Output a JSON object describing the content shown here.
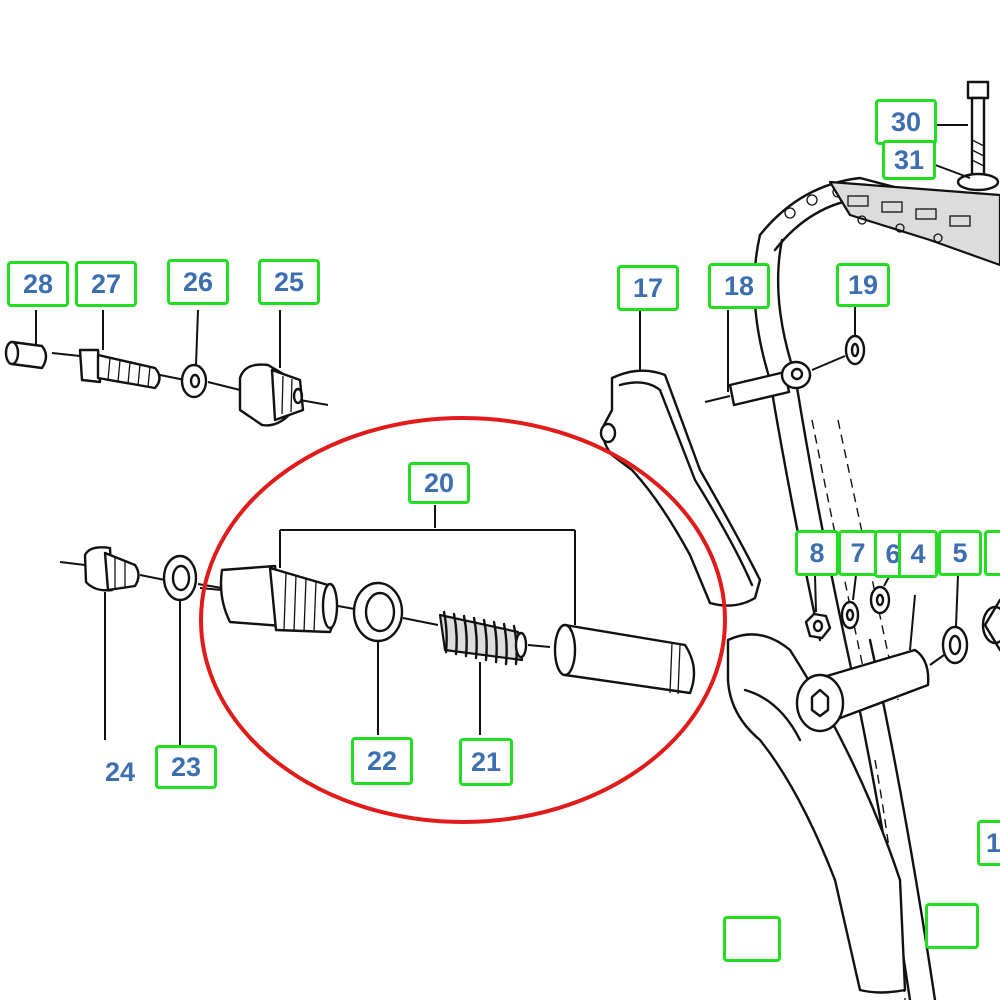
{
  "diagram": {
    "highlight_color": "#e11a1a",
    "callout_border_color": "#22dd22",
    "callout_text_color": "#3d6fb0",
    "highlighted_group": "20",
    "callouts": [
      {
        "id": "c28",
        "text": "28"
      },
      {
        "id": "c27",
        "text": "27"
      },
      {
        "id": "c26",
        "text": "26"
      },
      {
        "id": "c25",
        "text": "25"
      },
      {
        "id": "c17",
        "text": "17"
      },
      {
        "id": "c18",
        "text": "18"
      },
      {
        "id": "c19",
        "text": "19"
      },
      {
        "id": "c30",
        "text": "30"
      },
      {
        "id": "c31",
        "text": "31"
      },
      {
        "id": "c20",
        "text": "20"
      },
      {
        "id": "c8",
        "text": "8"
      },
      {
        "id": "c7",
        "text": "7"
      },
      {
        "id": "c6",
        "text": "6"
      },
      {
        "id": "c4",
        "text": "4"
      },
      {
        "id": "c5",
        "text": "5"
      },
      {
        "id": "c23",
        "text": "23"
      },
      {
        "id": "c22",
        "text": "22"
      },
      {
        "id": "c21",
        "text": "21"
      },
      {
        "id": "c1",
        "text": "1"
      },
      {
        "id": "c_edge_right",
        "text": ""
      },
      {
        "id": "c_edge_bottom_a",
        "text": ""
      },
      {
        "id": "c_edge_bottom_b",
        "text": ""
      }
    ],
    "plain_labels": [
      {
        "id": "p24",
        "text": "24"
      }
    ]
  }
}
